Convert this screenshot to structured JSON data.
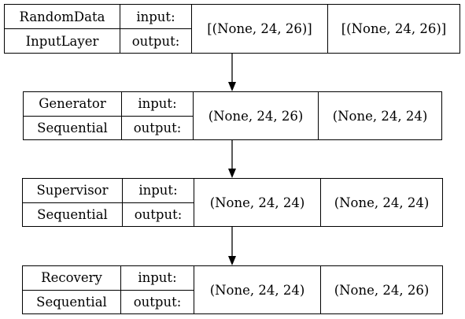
{
  "nodes": [
    {
      "name": "RandomData",
      "type": "InputLayer",
      "input_label": "input:",
      "output_label": "output:",
      "input_shape": "[(None, 24, 26)]",
      "output_shape": "[(None, 24, 26)]"
    },
    {
      "name": "Generator",
      "type": "Sequential",
      "input_label": "input:",
      "output_label": "output:",
      "input_shape": "(None, 24, 26)",
      "output_shape": "(None, 24, 24)"
    },
    {
      "name": "Supervisor",
      "type": "Sequential",
      "input_label": "input:",
      "output_label": "output:",
      "input_shape": "(None, 24, 24)",
      "output_shape": "(None, 24, 24)"
    },
    {
      "name": "Recovery",
      "type": "Sequential",
      "input_label": "input:",
      "output_label": "output:",
      "input_shape": "(None, 24, 24)",
      "output_shape": "(None, 24, 26)"
    }
  ]
}
